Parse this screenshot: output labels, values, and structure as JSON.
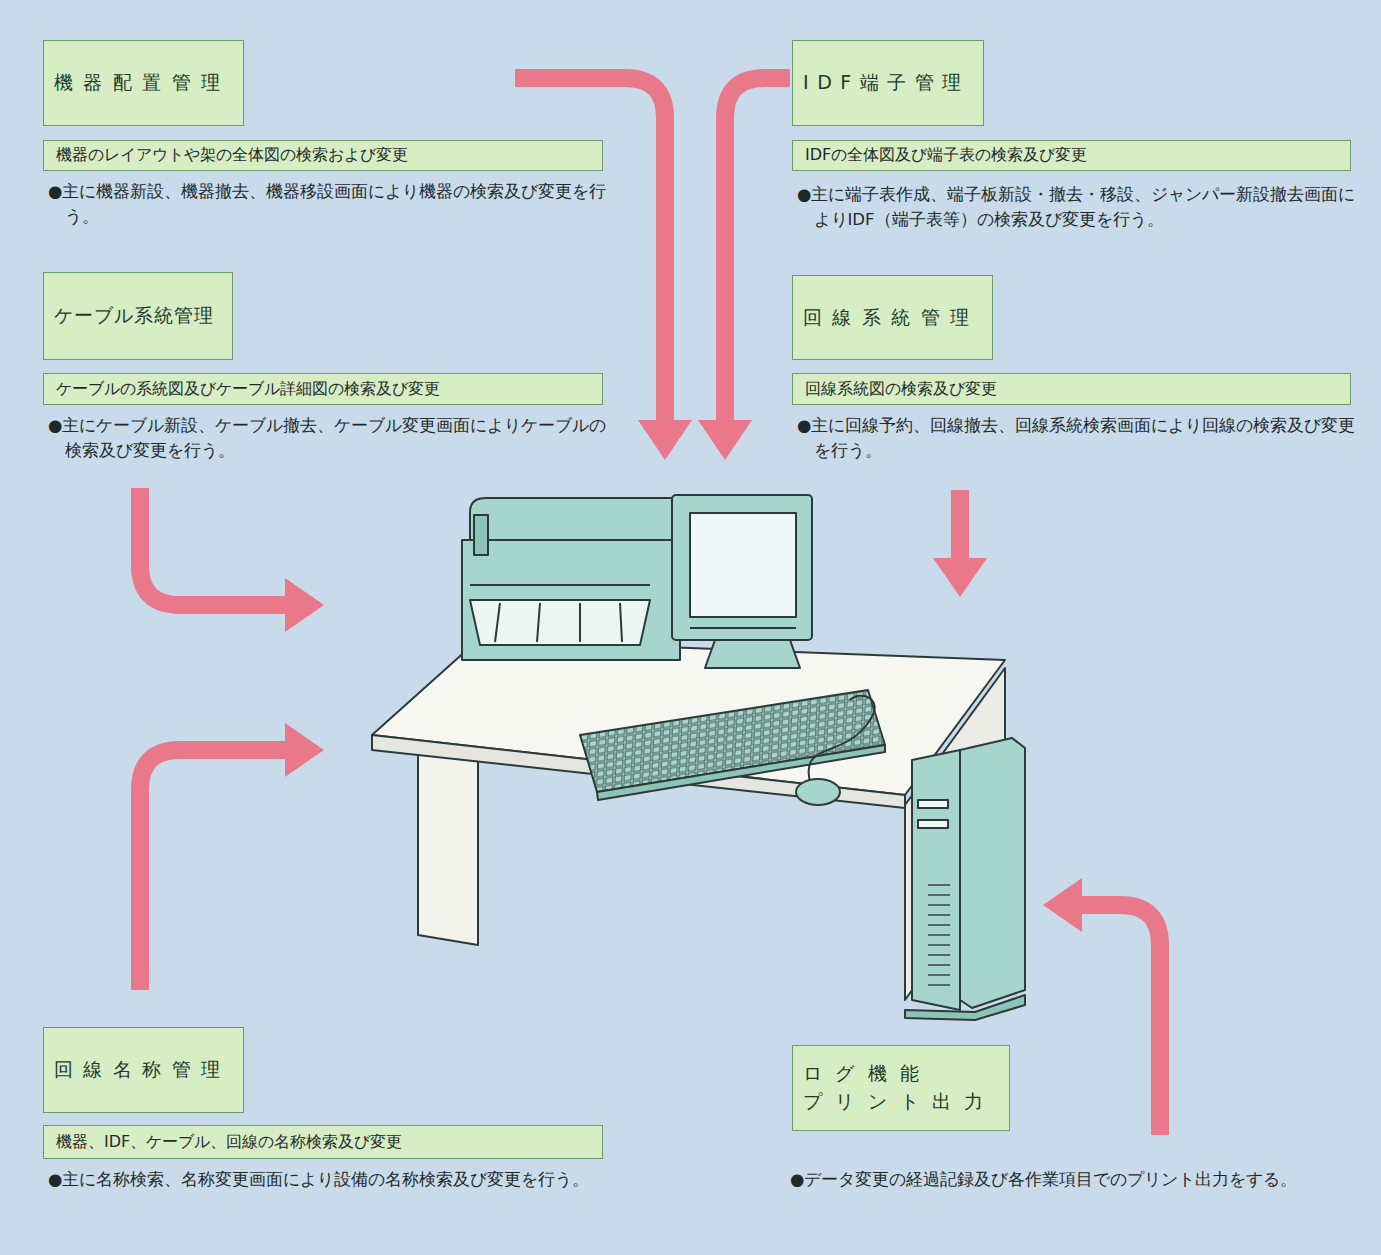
{
  "diagram": {
    "nodes": [
      {
        "text": [
          "機器配置管理"
        ]
      },
      {
        "text": [
          "機器のレイアウトや架の全体図の検索および変更"
        ]
      },
      {
        "text": [
          "IDF端子管理"
        ]
      },
      {
        "text": [
          "IDFの全体図及び端子表の検索及び変更"
        ]
      },
      {
        "text": [
          "ケーブル系統管理"
        ]
      },
      {
        "text": [
          "ケーブルの系統図及びケーブル詳細図の検索及び変更"
        ]
      },
      {
        "text": [
          "回線系統管理"
        ]
      },
      {
        "text": [
          "回線系統図の検索及び変更"
        ]
      },
      {
        "text": [
          "回線名称管理"
        ]
      },
      {
        "text": [
          "機器、IDF、ケーブル、回線の名称検索及び変更"
        ]
      },
      {
        "text": [
          "ログ機能 プリント出力"
        ]
      }
    ],
    "labels": [
      "●主に機器新設、機器撤去、機器移設画面により機器の検索及び変更を行う。",
      "●主に端子表作成、端子板新設・撤去・移設、ジャンパー新設撤去画面によりIDF（端子表等）の検索及び変更を行う。",
      "●主にケーブル新設、ケーブル撤去、ケーブル変更画面によりケーブルの検索及び変更を行う。",
      "●主に回線予約、回線撤去、回線系統検索画面により回線の検索及び変更を行う。",
      "●主に名称検索、名称変更画面により設備の名称検索及び変更を行う。",
      "●データ変更の経過記録及び各作業項目でのプリント出力をする。"
    ]
  }
}
